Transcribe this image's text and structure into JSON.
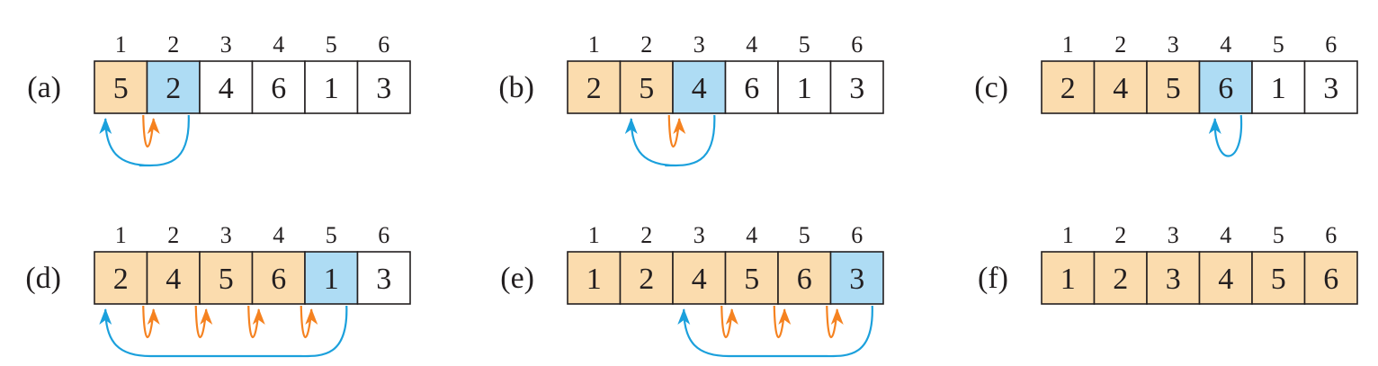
{
  "colors": {
    "sorted": "#fbdcae",
    "key": "#aedcf4",
    "unsorted": "#ffffff",
    "border": "#231f20",
    "shift_arrow": "#f58220",
    "insert_arrow": "#1ba0dc"
  },
  "index_labels": [
    "1",
    "2",
    "3",
    "4",
    "5",
    "6"
  ],
  "panels": [
    {
      "label": "(a)",
      "values": [
        "5",
        "2",
        "4",
        "6",
        "1",
        "3"
      ],
      "sorted_count": 1,
      "key_index": 1,
      "shifts": [
        0
      ],
      "insert_to": 0
    },
    {
      "label": "(b)",
      "values": [
        "2",
        "5",
        "4",
        "6",
        "1",
        "3"
      ],
      "sorted_count": 2,
      "key_index": 2,
      "shifts": [
        1
      ],
      "insert_to": 1
    },
    {
      "label": "(c)",
      "values": [
        "2",
        "4",
        "5",
        "6",
        "1",
        "3"
      ],
      "sorted_count": 3,
      "key_index": 3,
      "shifts": [],
      "insert_to": 3
    },
    {
      "label": "(d)",
      "values": [
        "2",
        "4",
        "5",
        "6",
        "1",
        "3"
      ],
      "sorted_count": 4,
      "key_index": 4,
      "shifts": [
        0,
        1,
        2,
        3
      ],
      "insert_to": 0
    },
    {
      "label": "(e)",
      "values": [
        "1",
        "2",
        "4",
        "5",
        "6",
        "3"
      ],
      "sorted_count": 5,
      "key_index": 5,
      "shifts": [
        2,
        3,
        4
      ],
      "insert_to": 2
    },
    {
      "label": "(f)",
      "values": [
        "1",
        "2",
        "3",
        "4",
        "5",
        "6"
      ],
      "sorted_count": 6,
      "key_index": -1,
      "shifts": [],
      "insert_to": null
    }
  ]
}
